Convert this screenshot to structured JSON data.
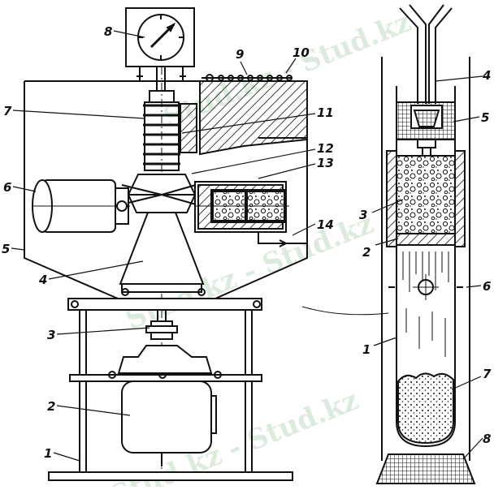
{
  "watermark": "Stud.kz - Stud.kz",
  "left_labels": [
    "1",
    "2",
    "3",
    "4",
    "5",
    "6",
    "7",
    "8",
    "9",
    "10",
    "11",
    "12",
    "13",
    "14"
  ],
  "right_labels": [
    "2",
    "3",
    "4",
    "5",
    "6",
    "1",
    "7",
    "8"
  ]
}
